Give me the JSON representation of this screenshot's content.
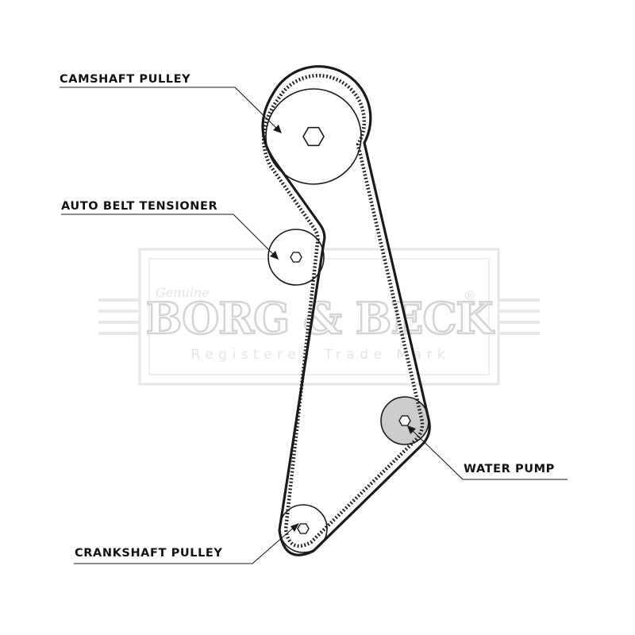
{
  "labels": {
    "camshaft_pulley": "CAMSHAFT PULLEY",
    "auto_belt_tensioner": "AUTO BELT TENSIONER",
    "water_pump": "WATER PUMP",
    "crankshaft_pulley": "CRANKSHAFT PULLEY"
  },
  "watermark": {
    "script": "Genuine",
    "brand": "BORG & BECK",
    "registered_mark": "®",
    "subtitle": "Registered Trade Mark"
  },
  "colors": {
    "ink": "#111111",
    "belt": "#1a1a1a",
    "water_pump_fill": "#cccccc",
    "watermark": "#d4d4d4",
    "background": "#ffffff"
  }
}
